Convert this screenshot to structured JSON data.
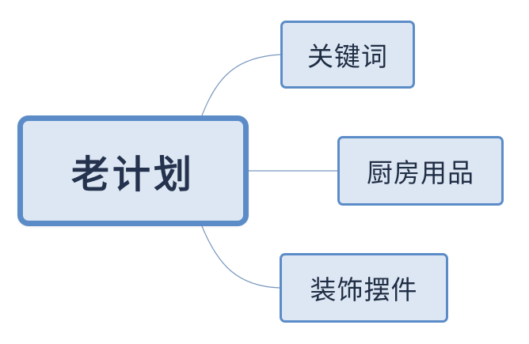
{
  "mindmap": {
    "center": {
      "label": "老计划"
    },
    "branches": [
      {
        "label": "关键词"
      },
      {
        "label": "厨房用品"
      },
      {
        "label": "装饰摆件"
      }
    ]
  },
  "colors": {
    "node_fill": "#dde7f3",
    "node_border": "#5b8cc8",
    "connector": "#7a98bd",
    "text": "#1f2d44"
  }
}
